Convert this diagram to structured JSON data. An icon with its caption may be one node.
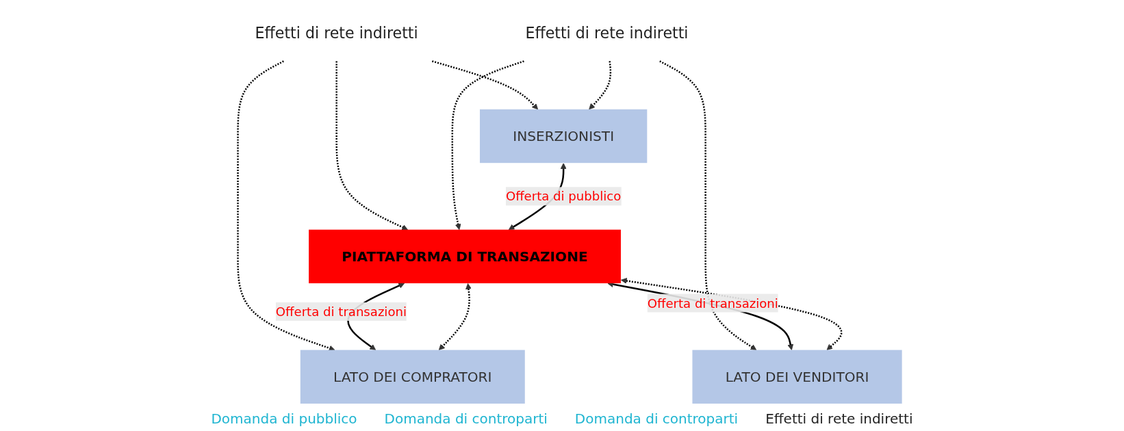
{
  "diagram": {
    "nodes": [
      {
        "text": [
          "Effetti di rete indiretti"
        ]
      },
      {
        "text": [
          "INSERZIONISTI"
        ]
      },
      {
        "text": [
          "Effetti di rete indiretti"
        ]
      },
      {
        "text": [
          "PIATTAFORMA DI TRANSAZIONE"
        ]
      },
      {
        "text": [
          "LATO DEI COMPRATORI"
        ]
      },
      {
        "text": [
          "LATO DEI VENDITORI"
        ]
      }
    ],
    "edges": [
      {
        "from": 0,
        "to": 1,
        "arrow": "to",
        "style": "dashed"
      },
      {
        "from": 0,
        "to": 3,
        "arrow": "to",
        "style": "dashed"
      },
      {
        "from": 0,
        "to": 4,
        "arrow": "to",
        "style": "dashed"
      },
      {
        "from": 2,
        "to": 1,
        "arrow": "to",
        "style": "dashed"
      },
      {
        "from": 2,
        "to": 3,
        "arrow": "to",
        "style": "dashed"
      },
      {
        "from": 2,
        "to": 5,
        "arrow": "to",
        "style": "dashed"
      },
      {
        "from": 1,
        "to": 3,
        "label": "Offerta di pubblico",
        "arrow": "both"
      },
      {
        "from": 3,
        "to": 4,
        "label": "Offerta di transazioni",
        "arrow": "both"
      },
      {
        "from": 3,
        "to": 5,
        "label": "Offerta di transazioni",
        "arrow": "both"
      },
      {
        "from": 3,
        "to": 4,
        "arrow": "both",
        "style": "dashed"
      },
      {
        "from": 3,
        "to": 5,
        "arrow": "both",
        "style": "dashed"
      }
    ],
    "labels": [
      "Domanda di pubblico",
      "Domanda di controparti",
      "Domanda di controparti",
      "Effetti di rete indiretti"
    ]
  }
}
